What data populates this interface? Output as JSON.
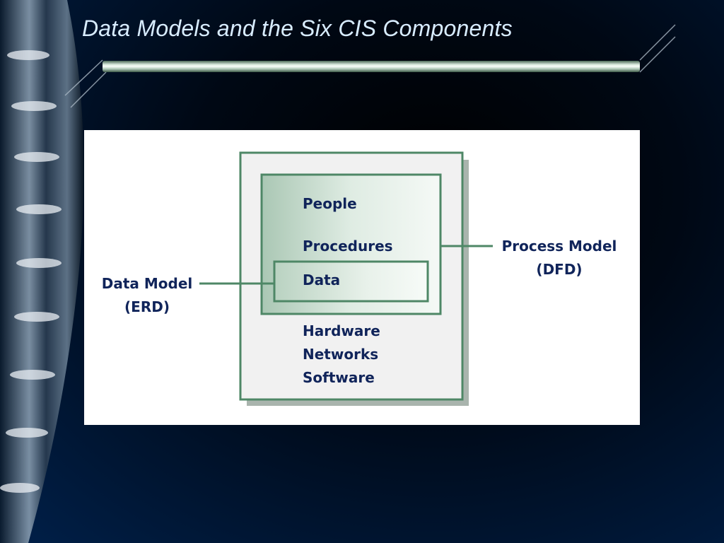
{
  "slide": {
    "title": "Data Models and the Six CIS Components"
  },
  "diagram": {
    "components": [
      {
        "label": "People"
      },
      {
        "label": "Procedures"
      },
      {
        "label": "Data"
      },
      {
        "label": "Hardware"
      },
      {
        "label": "Networks"
      },
      {
        "label": "Software"
      }
    ],
    "data_model": {
      "line1": "Data Model",
      "line2": "(ERD)"
    },
    "process_model": {
      "line1": "Process Model",
      "line2": "(DFD)"
    }
  },
  "colors": {
    "box_border": "#4e8766",
    "box_shadow": "#a9b4ad",
    "label_text": "#10245a",
    "title_text": "#d8ecff",
    "background_dark": "#000814"
  }
}
